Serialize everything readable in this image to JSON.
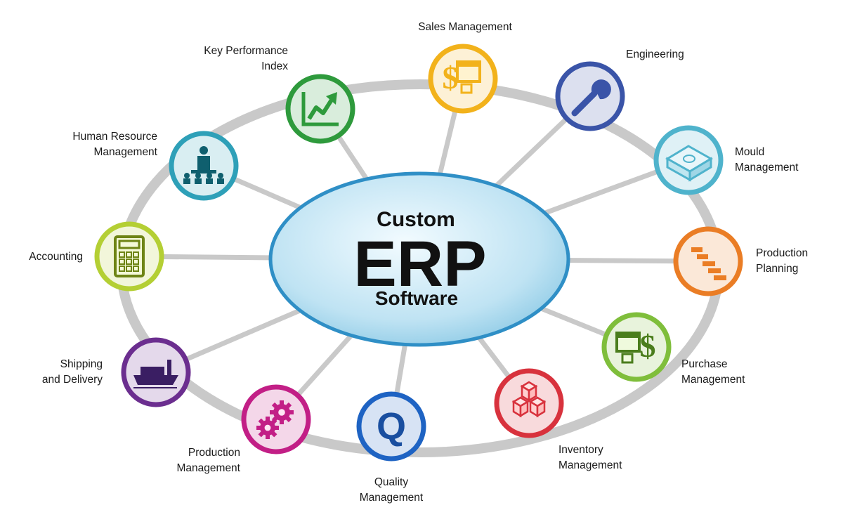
{
  "diagram": {
    "center": {
      "line1": "Custom",
      "line2": "ERP",
      "line3": "Software",
      "fill_color": "#bfe3f3",
      "border_color": "#2f8fc6"
    },
    "ring_color": "#c9c9c9",
    "modules": [
      {
        "id": "kpi",
        "icon": "chart-growth-icon",
        "color": "#2e9a3c",
        "lines": [
          "Key Performance",
          "Index"
        ]
      },
      {
        "id": "sales",
        "icon": "dollar-screen-icon",
        "color": "#f2b21b",
        "lines": [
          "Sales Management"
        ]
      },
      {
        "id": "engineering",
        "icon": "wrench-icon",
        "color": "#3a54a8",
        "lines": [
          "Engineering"
        ]
      },
      {
        "id": "mould",
        "icon": "mould-box-icon",
        "color": "#4fb3cc",
        "lines": [
          "Mould",
          "Management"
        ]
      },
      {
        "id": "production-planning",
        "icon": "gantt-bars-icon",
        "color": "#ea7d25",
        "lines": [
          "Production",
          "Planning"
        ]
      },
      {
        "id": "purchase",
        "icon": "screen-dollar-icon",
        "color": "#7fbe3b",
        "lines": [
          "Purchase",
          "Management"
        ]
      },
      {
        "id": "inventory",
        "icon": "stacked-boxes-icon",
        "color": "#d8323d",
        "lines": [
          "Inventory",
          "Management"
        ]
      },
      {
        "id": "quality",
        "icon": "letter-q-icon",
        "color": "#1e63c3",
        "lines": [
          "Quality",
          "Management"
        ]
      },
      {
        "id": "production",
        "icon": "gears-icon",
        "color": "#c21f86",
        "lines": [
          "Production",
          "Management"
        ]
      },
      {
        "id": "shipping",
        "icon": "ship-icon",
        "color": "#6b2e8f",
        "lines": [
          "Shipping",
          "and Delivery"
        ]
      },
      {
        "id": "accounting",
        "icon": "calculator-icon",
        "color": "#b4cf34",
        "lines": [
          "Accounting"
        ]
      },
      {
        "id": "hr",
        "icon": "presenter-icon",
        "color": "#2ea0b8",
        "lines": [
          "Human Resource",
          "Management"
        ]
      }
    ]
  }
}
